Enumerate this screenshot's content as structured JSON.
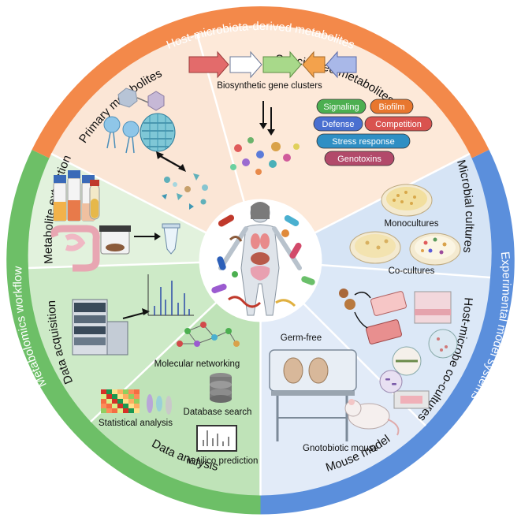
{
  "ring": {
    "top": "Host-microbiota-derived metabolites",
    "left": "Metabolomics workflow",
    "right": "Experimental model systems"
  },
  "sectors": {
    "primary": "Primary metabolites",
    "specialized": "Specialized metabolites",
    "microbial_cultures": "Microbial cultures",
    "host_microbe": "Host-microbe co-cultures",
    "mouse_model": "Mouse model",
    "data_analysis": "Data analysis",
    "data_acquisition": "Data acquisition",
    "metabolite_extraction": "Metabolite extraction"
  },
  "labels": {
    "bgc": "Biosynthetic gene clusters",
    "monocultures": "Monocultures",
    "cocultures": "Co-cultures",
    "germfree": "Germ-free",
    "gnotobiotic": "Gnotobiotic mouse",
    "molecular_networking": "Molecular networking",
    "database_search": "Database search",
    "statistical_analysis": "Statistical analysis",
    "in_silico": "in silico prediction"
  },
  "functions": [
    {
      "label": "Signaling",
      "color": "#4caf50"
    },
    {
      "label": "Biofilm",
      "color": "#e8772e"
    },
    {
      "label": "Defense",
      "color": "#4a6fd0"
    },
    {
      "label": "Competition",
      "color": "#d9534f"
    },
    {
      "label": "Stress response",
      "color": "#2f8fc4"
    },
    {
      "label": "Genotoxins",
      "color": "#b24a6a"
    }
  ],
  "colors": {
    "ring_orange": "#f3894a",
    "ring_green": "#6dbf67",
    "ring_blue": "#5b8fdc"
  }
}
